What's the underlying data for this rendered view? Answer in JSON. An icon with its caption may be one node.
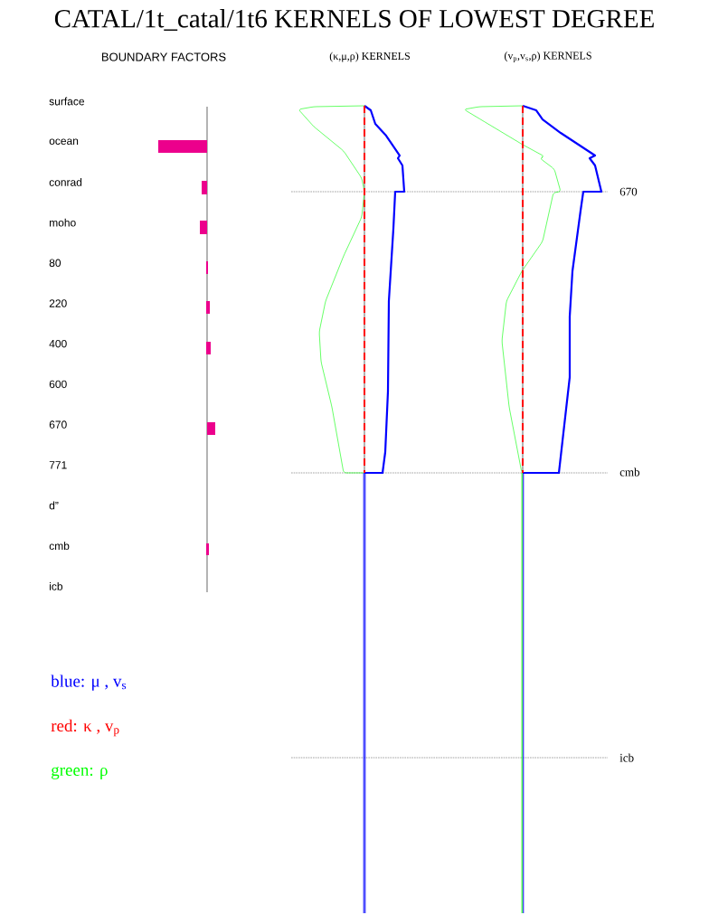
{
  "diagram": {
    "title": "CATAL/1t_catal/1t6 KERNELS OF LOWEST DEGREE",
    "labels": [
      "BOUNDARY FACTORS",
      "(κ,μ,ρ) KERNELS",
      "(v$_{p}$,v$_{s}$,ρ) KERNELS",
      "surface",
      "ocean",
      "conrad",
      "moho",
      "80",
      "220",
      "400",
      "600",
      "670",
      "771",
      "d”",
      "cmb",
      "icb",
      "670",
      "cmb",
      "icb"
    ],
    "legend": [
      {
        "text": "blue: μ , v$_{s}$"
      },
      {
        "text": "red: κ , v$_{p}$"
      },
      {
        "text": "green: ρ"
      }
    ]
  }
}
